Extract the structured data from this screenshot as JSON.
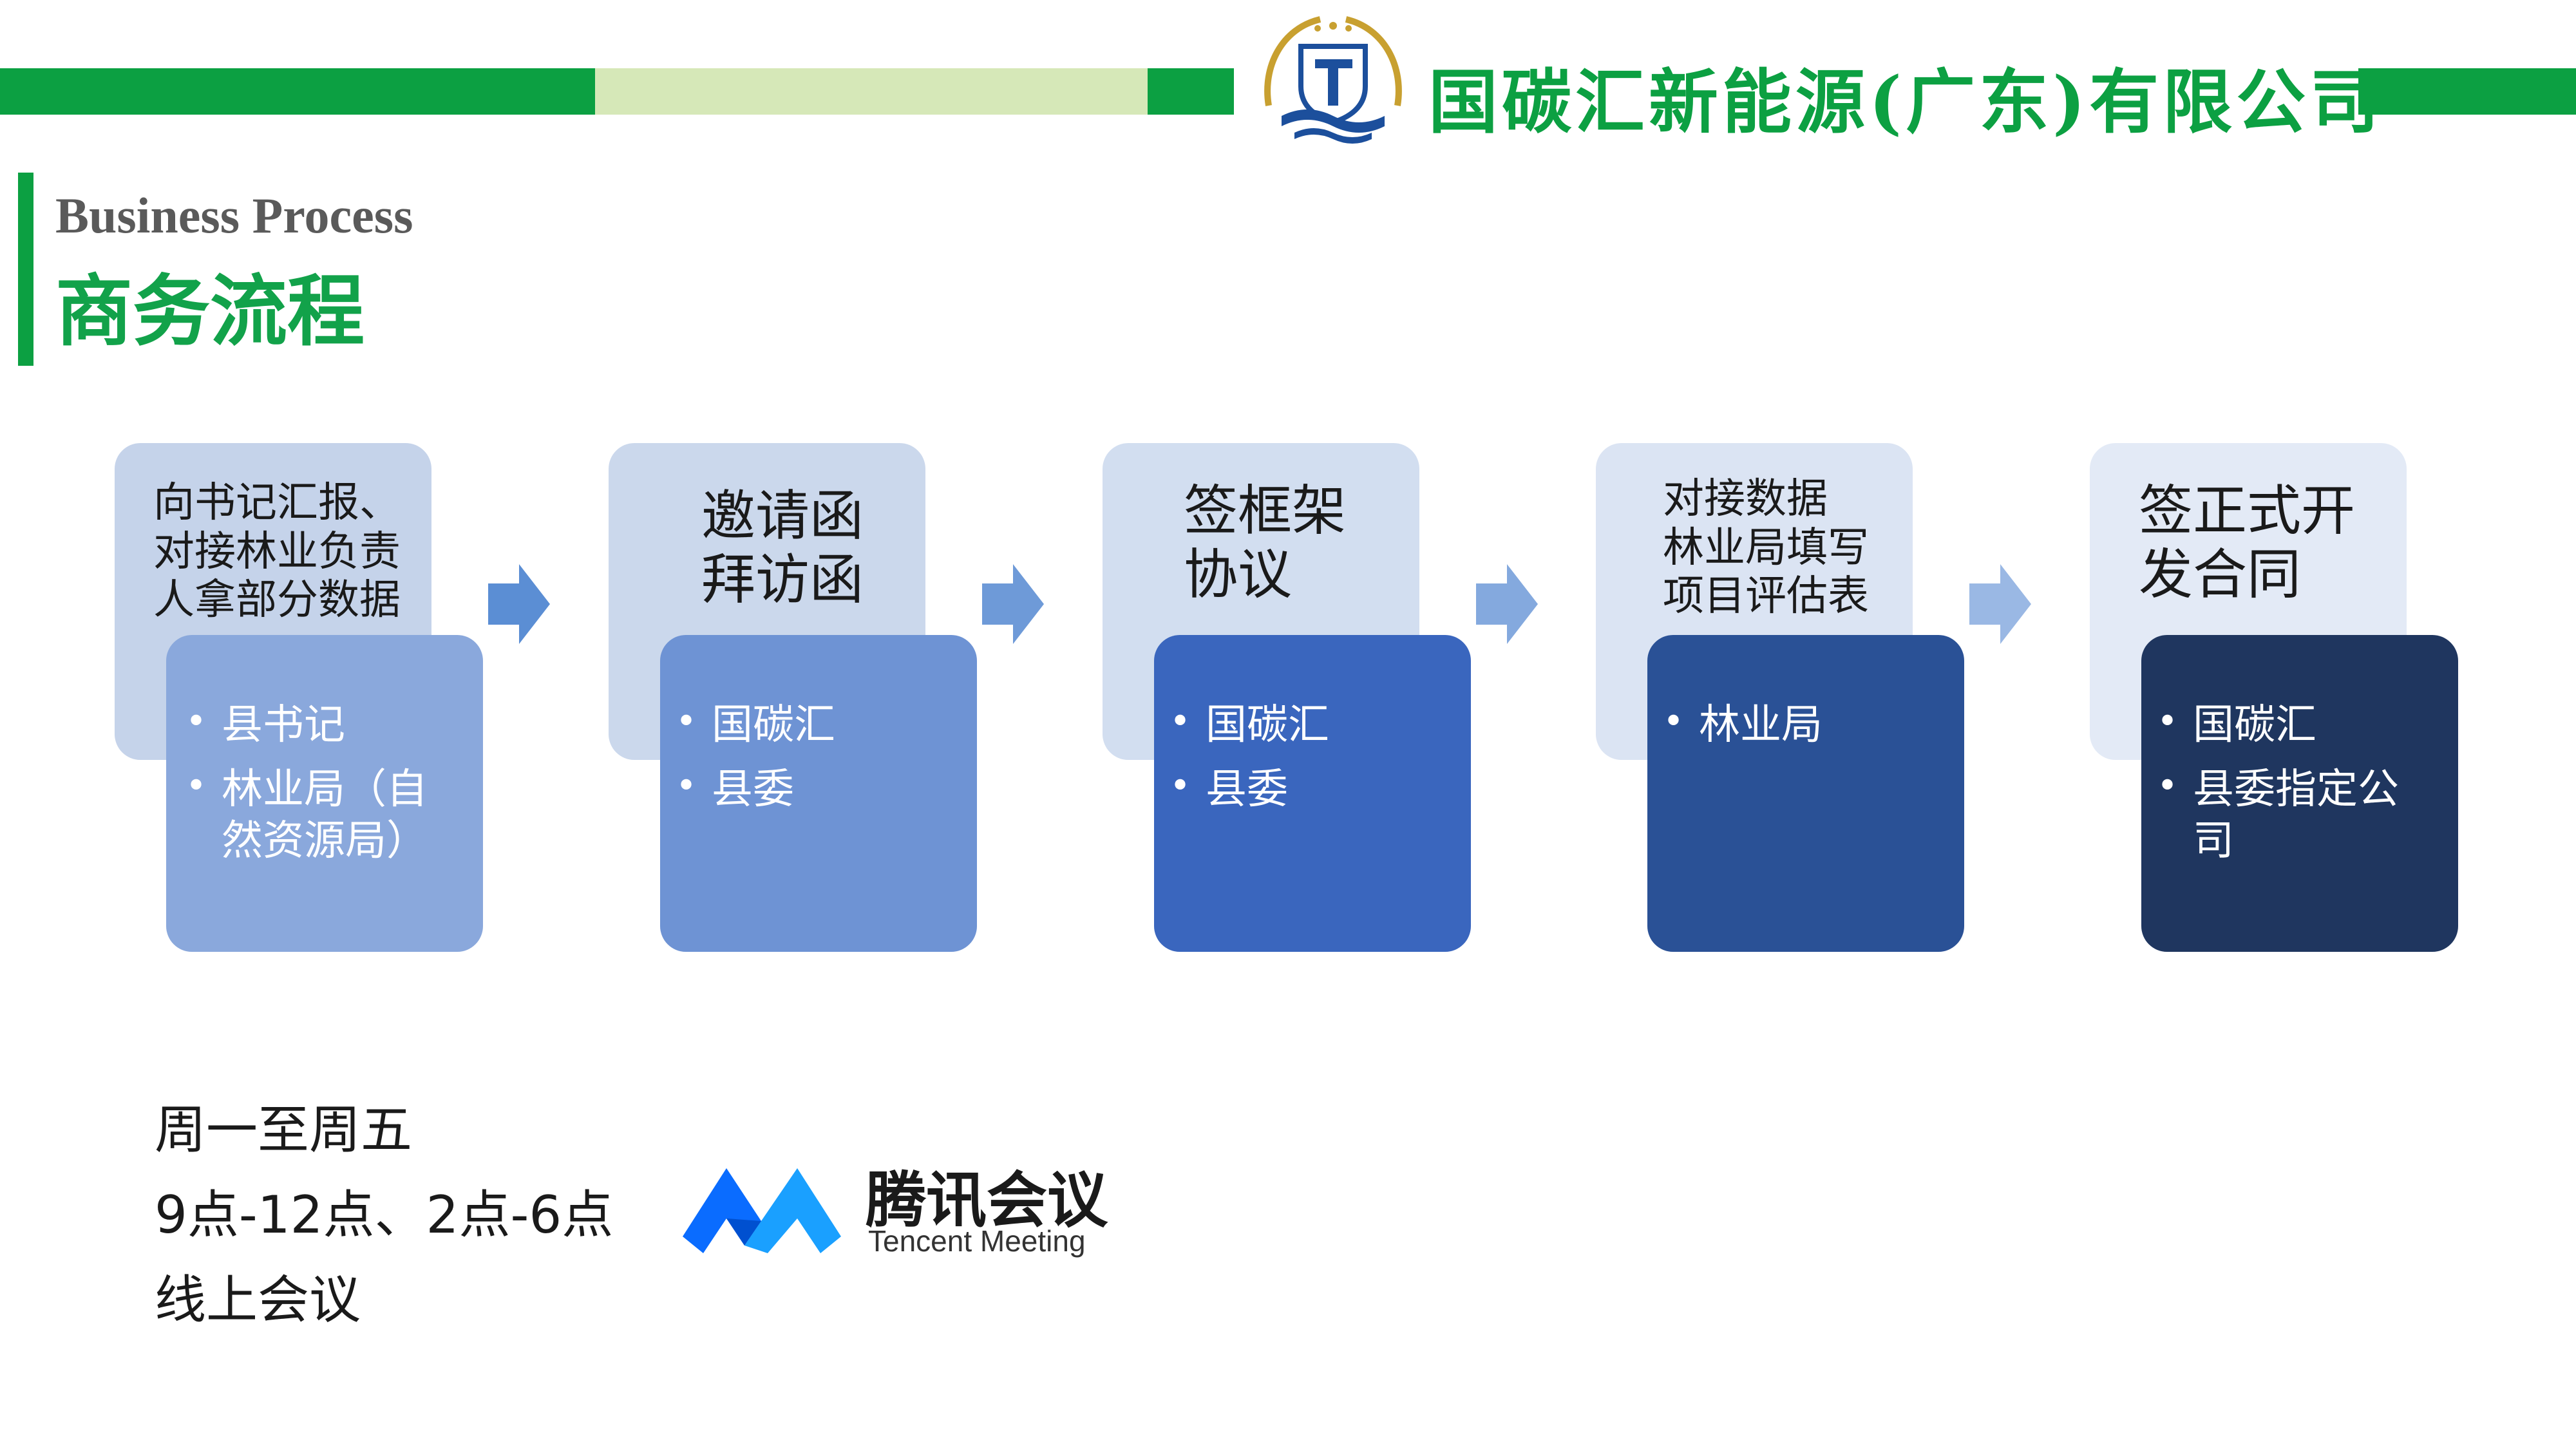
{
  "header": {
    "company_name": "国碳汇新能源(广东)有限公司",
    "colors": {
      "brand_green": "#0ca042",
      "light_green": "#d6e8b8",
      "logo_blue": "#1c4f9c",
      "logo_gold": "#c8a030"
    }
  },
  "section": {
    "title_en": "Business Process",
    "title_zh": "商务流程"
  },
  "steps": [
    {
      "title_lines": [
        "向书记汇报、",
        "对接林业负责",
        "人拿部分数据"
      ],
      "participants": [
        "县书记",
        "林业局（自然资源局）"
      ],
      "top_color": "#c5d3ea",
      "bottom_color": "#8aa8dc"
    },
    {
      "title_lines": [
        "邀请函",
        "拜访函"
      ],
      "participants": [
        "国碳汇",
        "县委"
      ],
      "top_color": "#cbd8ec",
      "bottom_color": "#6e93d4"
    },
    {
      "title_lines": [
        "签框架",
        "协议"
      ],
      "participants": [
        "国碳汇",
        "县委"
      ],
      "top_color": "#d2def0",
      "bottom_color": "#3a66be"
    },
    {
      "title_lines": [
        "对接数据",
        "林业局填写",
        "项目评估表"
      ],
      "participants": [
        "林业局"
      ],
      "top_color": "#dbe4f3",
      "bottom_color": "#2a5196"
    },
    {
      "title_lines": [
        "签正式开",
        "发合同"
      ],
      "participants": [
        "国碳汇",
        "县委指定公司"
      ],
      "top_color": "#e3eaf6",
      "bottom_color": "#1f365f"
    }
  ],
  "schedule": {
    "line1": "周一至周五",
    "line2": "9点-12点、2点-6点",
    "line3": "线上会议"
  },
  "meeting_app": {
    "name_zh": "腾讯会议",
    "name_en": "Tencent Meeting",
    "logo_icon": "tencent-meeting-logo-icon"
  }
}
